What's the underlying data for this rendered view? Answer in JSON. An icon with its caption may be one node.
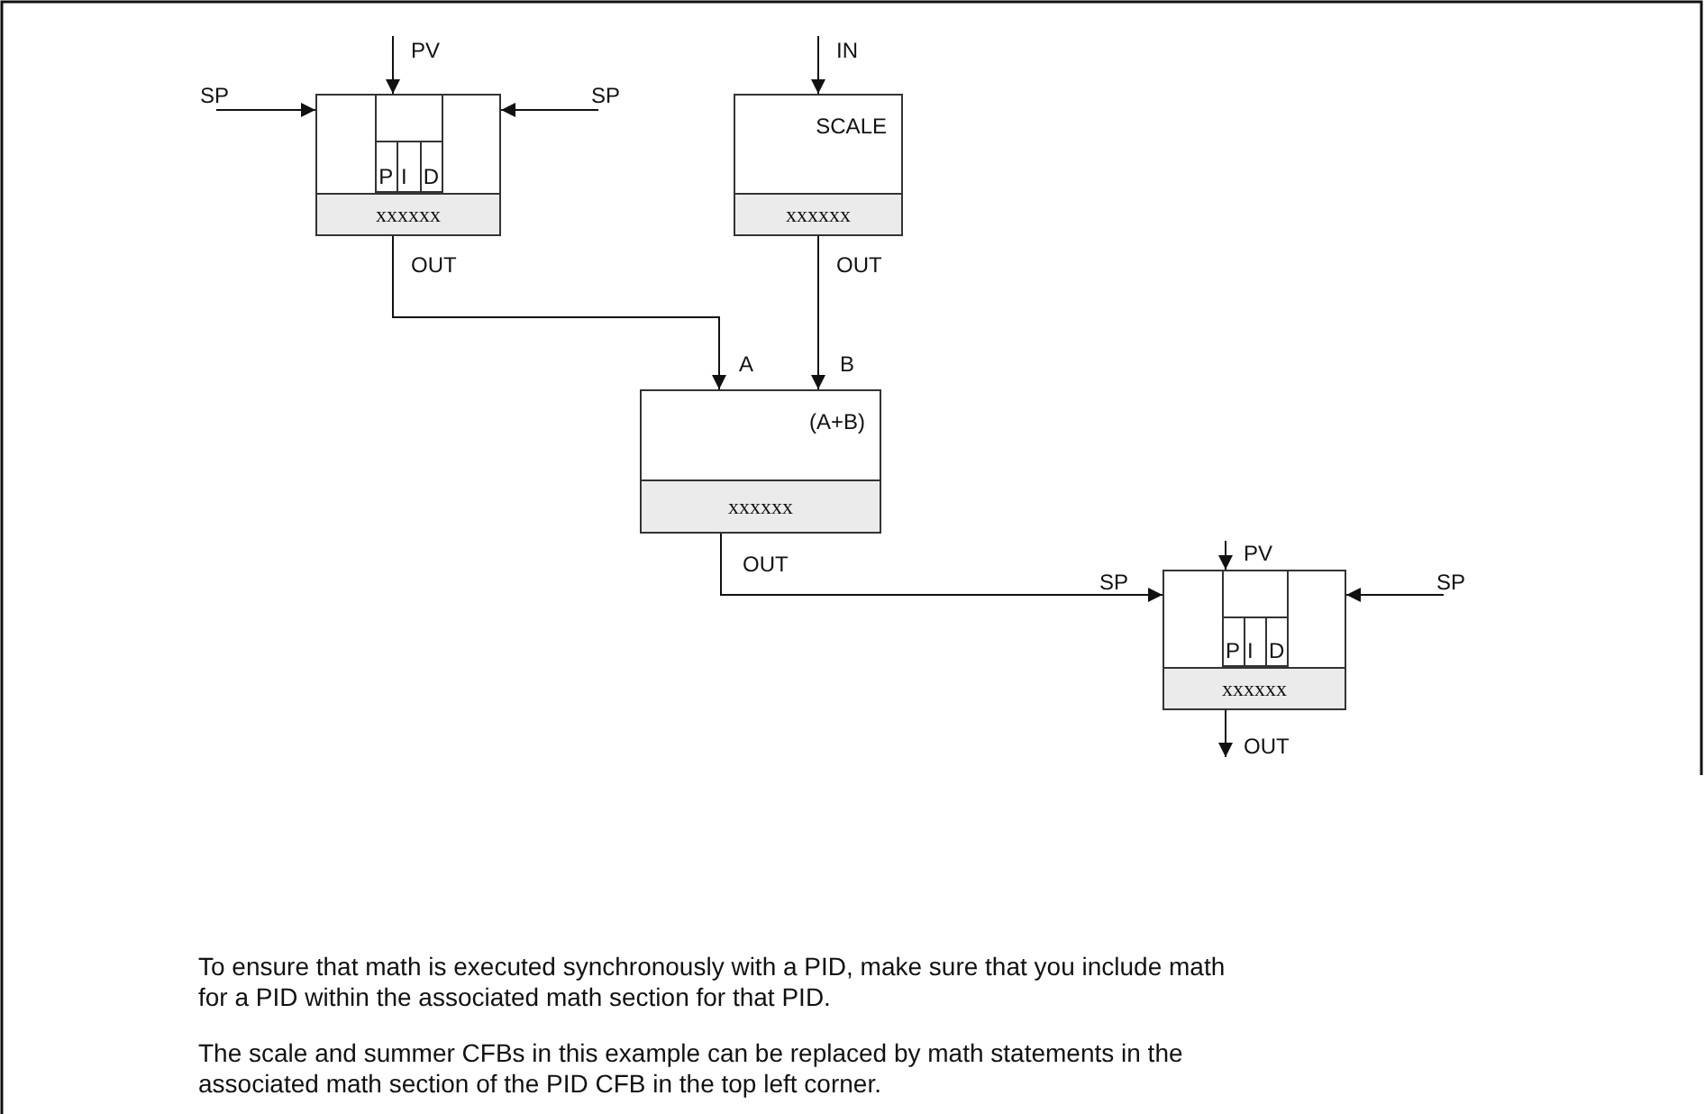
{
  "diagram": {
    "nodes": [
      {
        "text": [
          "P",
          "I",
          "D",
          "xxxxxx"
        ],
        "beside": [
          "OUT"
        ]
      },
      {
        "text": [
          "SCALE",
          "xxxxxx"
        ],
        "beside": [
          "OUT"
        ]
      },
      {
        "text": [
          "(A+B)",
          "xxxxxx"
        ],
        "beside": [
          "OUT"
        ]
      },
      {
        "text": [
          "P",
          "I",
          "D",
          "xxxxxx"
        ]
      }
    ],
    "edges": [
      {
        "from": null,
        "to": 0,
        "arrow": "to",
        "label": "PV"
      },
      {
        "from": null,
        "to": 0,
        "arrow": "to",
        "label": "SP"
      },
      {
        "from": null,
        "to": 0,
        "arrow": "to",
        "label": "SP"
      },
      {
        "from": null,
        "to": 1,
        "arrow": "to",
        "label": "IN"
      },
      {
        "from": 0,
        "to": 2,
        "arrow": "to",
        "label": "A"
      },
      {
        "from": 1,
        "to": 2,
        "arrow": "to",
        "label": "B"
      },
      {
        "from": null,
        "to": 3,
        "arrow": "to",
        "label": "PV"
      },
      {
        "from": 2,
        "to": 3,
        "arrow": "to",
        "label": "SP"
      },
      {
        "from": null,
        "to": 3,
        "arrow": "to",
        "label": "SP"
      },
      {
        "from": 3,
        "to": null,
        "arrow": "to",
        "label": "OUT"
      }
    ],
    "labels": [
      "To ensure that math is executed synchronously with a PID, make sure that you include math for a PID within the associated math section for that PID.",
      "The scale and summer CFBs in this example can be replaced by math statements in the associated math section of the PID CFB in the top left corner."
    ]
  }
}
